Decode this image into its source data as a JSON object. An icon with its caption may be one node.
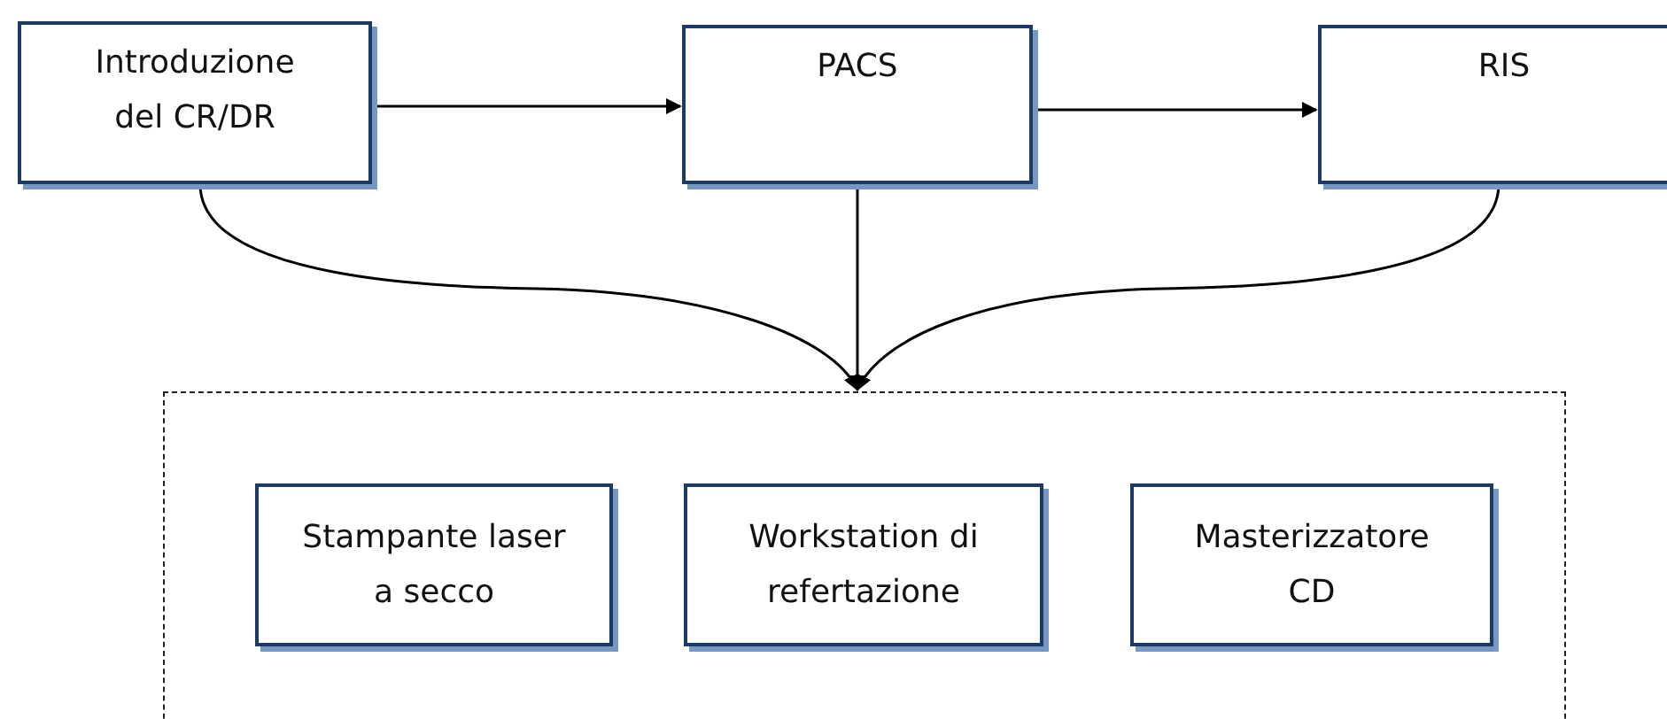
{
  "diagram": {
    "nodes": [
      {
        "text": [
          "Introduzione del CR/DR"
        ]
      },
      {
        "text": [
          "PACS"
        ]
      },
      {
        "text": [
          "RIS"
        ]
      },
      {
        "text": [],
        "shape": "box"
      },
      {
        "text": [
          "Stampante laser a secco"
        ],
        "in": 3
      },
      {
        "text": [
          "Workstation di refertazione"
        ],
        "in": 3
      },
      {
        "text": [
          "Masterizzatore CD"
        ],
        "in": 3
      }
    ],
    "edges": [
      {
        "from": 0,
        "to": 1,
        "arrow": "to"
      },
      {
        "from": 1,
        "to": 2,
        "arrow": "to"
      },
      {
        "from": 0,
        "to": 3,
        "arrow": "to"
      },
      {
        "from": 1,
        "to": 3,
        "arrow": "to"
      },
      {
        "from": 2,
        "to": 3,
        "arrow": "to"
      }
    ]
  }
}
